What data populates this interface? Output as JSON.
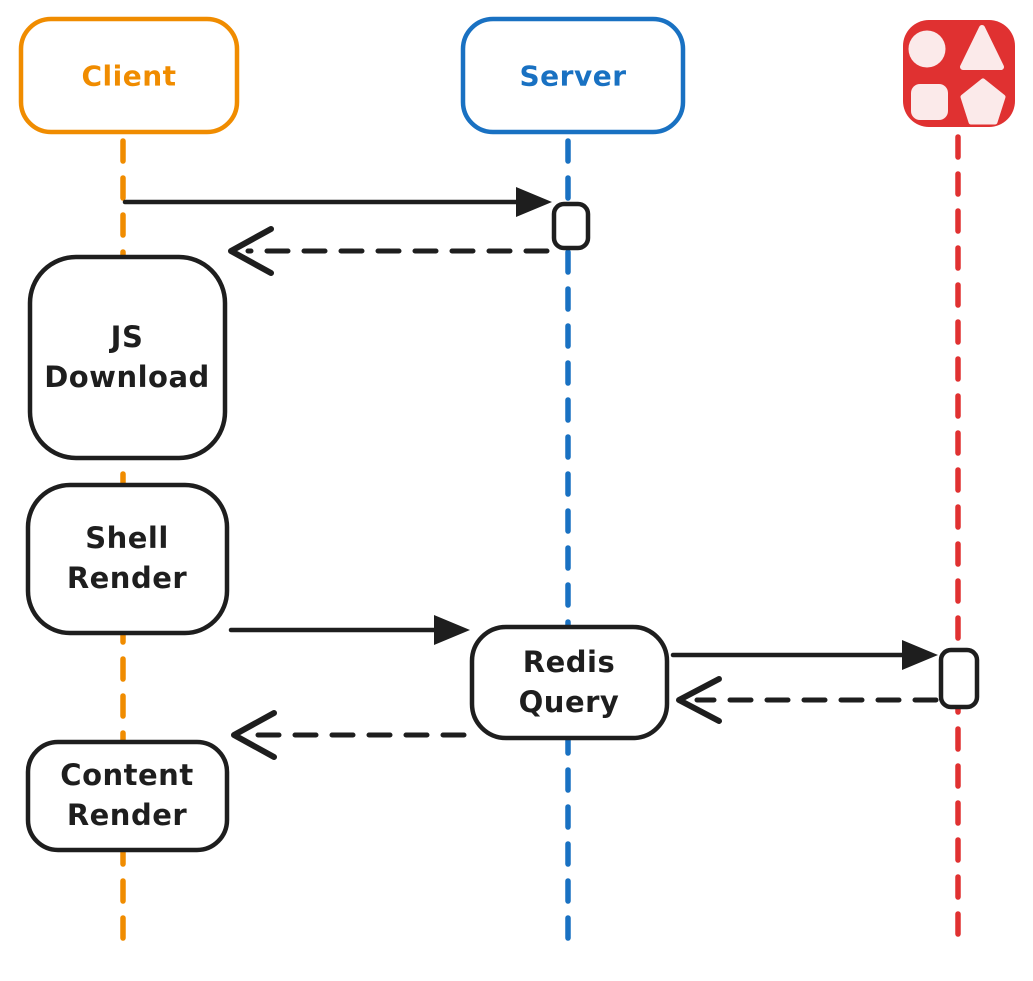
{
  "diagram_type": "sequence-diagram",
  "colors": {
    "client_orange": "#f08c00",
    "server_blue": "#1971c2",
    "datastore_red": "#e03131",
    "icon_shape_fill": "#fbeaea",
    "ink": "#1e1e1e",
    "background": "#ffffff"
  },
  "actors": [
    {
      "id": "client",
      "label": "Client",
      "color": "#f08c00"
    },
    {
      "id": "server",
      "label": "Server",
      "color": "#1971c2"
    },
    {
      "id": "datastore",
      "label": "",
      "icon": "shapes-icon",
      "color": "#e03131"
    }
  ],
  "nodes": [
    {
      "id": "js-download",
      "label": "JS\nDownload",
      "lane": "client"
    },
    {
      "id": "shell-render",
      "label": "Shell\nRender",
      "lane": "client"
    },
    {
      "id": "redis-query",
      "label": "Redis\nQuery",
      "lane": "server"
    },
    {
      "id": "content-render",
      "label": "Content\nRender",
      "lane": "client"
    }
  ],
  "messages": [
    {
      "from": "client",
      "to": "server",
      "style": "solid"
    },
    {
      "from": "server",
      "to": "client",
      "style": "dashed"
    },
    {
      "from": "shell-render",
      "to": "redis-query",
      "style": "solid"
    },
    {
      "from": "redis-query",
      "to": "datastore",
      "style": "solid"
    },
    {
      "from": "datastore",
      "to": "redis-query",
      "style": "dashed"
    },
    {
      "from": "redis-query",
      "to": "content-render",
      "style": "dashed"
    }
  ]
}
